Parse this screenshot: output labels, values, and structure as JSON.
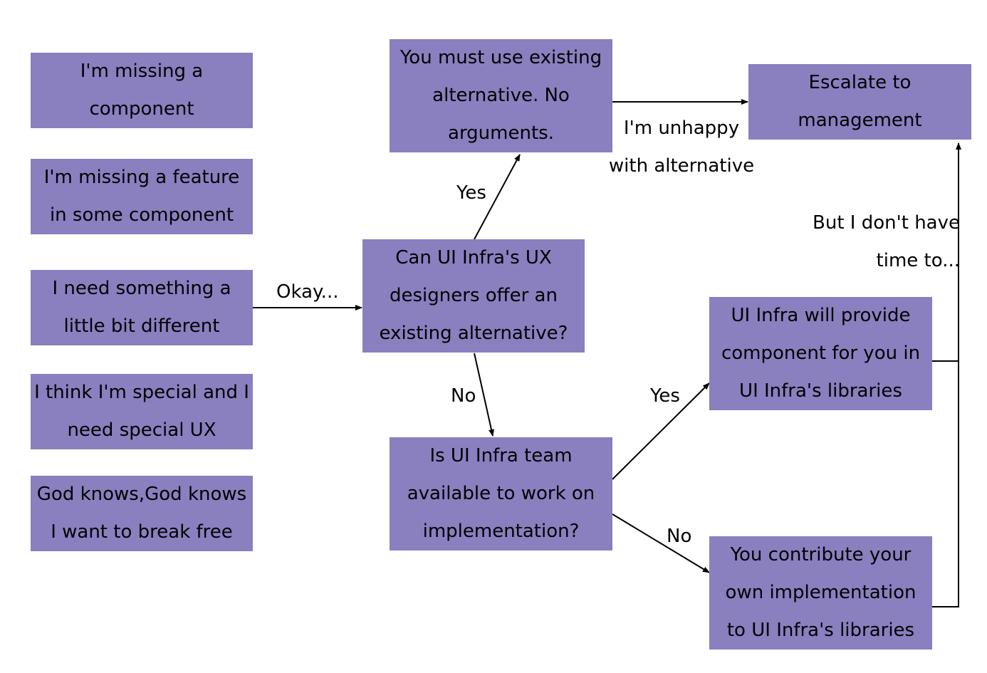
{
  "nodes": {
    "missing_component": "I'm missing a\ncomponent",
    "missing_feature": "I'm missing a feature\nin some component",
    "something_different": "I need something a\nlittle bit different",
    "special_ux": "I think I'm special and I\nneed special UX",
    "break_free": "God knows,God knows\nI want to break free",
    "can_offer_alternative": "Can UI Infra's UX\ndesigners offer an\nexisting alternative?",
    "must_use_alternative": "You must use existing\nalternative. No\narguments.",
    "escalate": "Escalate to\nmanagement",
    "team_available": "Is UI Infra team\navailable to work on\nimplementation?",
    "infra_provides": "UI Infra will provide\ncomponent for you in\nUI Infra's libraries",
    "you_contribute": "You contribute your\nown implementation\nto UI Infra's libraries"
  },
  "edge_labels": {
    "okay": "Okay...",
    "yes_alternative": "Yes",
    "no_alternative": "No",
    "unhappy": "I'm unhappy\nwith alternative",
    "yes_available": "Yes",
    "no_available": "No",
    "no_time": "But I don't have\ntime to..."
  },
  "colors": {
    "box_fill": "#8a7fbf",
    "line": "#000000"
  }
}
